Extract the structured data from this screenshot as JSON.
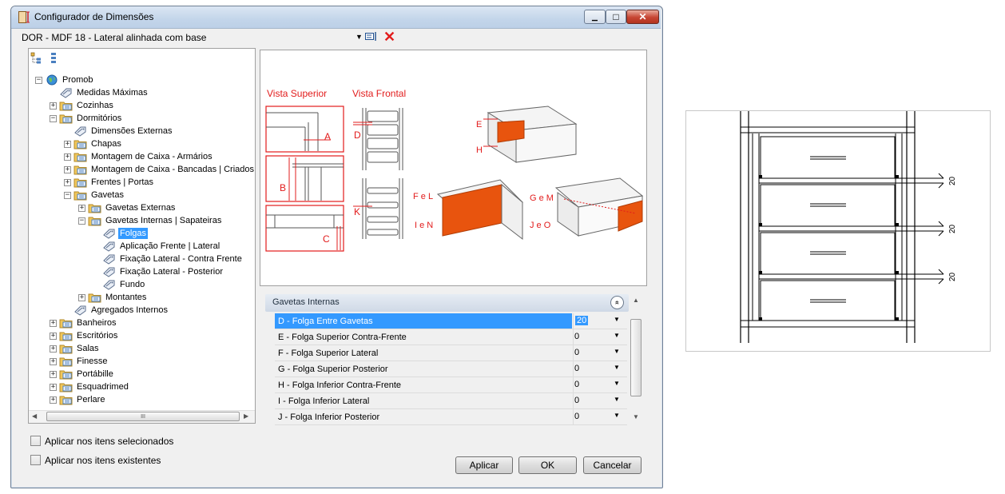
{
  "window": {
    "title": "Configurador de Dimensões",
    "minimize_glyph": "▁",
    "maximize_glyph": "□",
    "close_glyph": "✕"
  },
  "profile": {
    "selected": "DOR - MDF 18 - Lateral alinhada com base",
    "dropdown_glyph": "▼",
    "delete_glyph": "✕"
  },
  "tree": {
    "items": [
      {
        "label": "Promob",
        "expander": "−",
        "icon": "globe-icon"
      },
      {
        "label": "Medidas Máximas",
        "expander": "",
        "icon": "tag-icon"
      },
      {
        "label": "Cozinhas",
        "expander": "+",
        "icon": "folder-icon"
      },
      {
        "label": "Dormitórios",
        "expander": "−",
        "icon": "folder-icon"
      },
      {
        "label": "Dimensões Externas",
        "expander": "",
        "icon": "tag-icon"
      },
      {
        "label": "Chapas",
        "expander": "+",
        "icon": "folder-icon"
      },
      {
        "label": "Montagem de Caixa - Armários",
        "expander": "+",
        "icon": "folder-icon"
      },
      {
        "label": "Montagem de Caixa - Bancadas | Criados",
        "expander": "+",
        "icon": "folder-icon"
      },
      {
        "label": "Frentes | Portas",
        "expander": "+",
        "icon": "folder-icon"
      },
      {
        "label": "Gavetas",
        "expander": "−",
        "icon": "folder-icon"
      },
      {
        "label": "Gavetas Externas",
        "expander": "+",
        "icon": "folder-icon"
      },
      {
        "label": "Gavetas Internas | Sapateiras",
        "expander": "−",
        "icon": "folder-icon"
      },
      {
        "label": "Folgas",
        "expander": "",
        "icon": "tag-icon",
        "selected": true
      },
      {
        "label": "Aplicação Frente | Lateral",
        "expander": "",
        "icon": "tag-icon"
      },
      {
        "label": "Fixação Lateral - Contra Frente",
        "expander": "",
        "icon": "tag-icon"
      },
      {
        "label": "Fixação Lateral - Posterior",
        "expander": "",
        "icon": "tag-icon"
      },
      {
        "label": "Fundo",
        "expander": "",
        "icon": "tag-icon"
      },
      {
        "label": "Montantes",
        "expander": "+",
        "icon": "folder-icon"
      },
      {
        "label": "Agregados Internos",
        "expander": "",
        "icon": "tag-icon"
      },
      {
        "label": "Banheiros",
        "expander": "+",
        "icon": "folder-icon"
      },
      {
        "label": "Escritórios",
        "expander": "+",
        "icon": "folder-icon"
      },
      {
        "label": "Salas",
        "expander": "+",
        "icon": "folder-icon"
      },
      {
        "label": "Finesse",
        "expander": "+",
        "icon": "folder-icon"
      },
      {
        "label": "Portábille",
        "expander": "+",
        "icon": "folder-icon"
      },
      {
        "label": "Esquadrimed",
        "expander": "+",
        "icon": "folder-icon"
      },
      {
        "label": "Perlare",
        "expander": "+",
        "icon": "folder-icon"
      }
    ],
    "scroll_left": "◀",
    "scroll_right": "▶",
    "scroll_grip": "III"
  },
  "preview": {
    "vista_superior": "Vista Superior",
    "vista_frontal": "Vista Frontal",
    "labels": {
      "A": "A",
      "B": "B",
      "C": "C",
      "D": "D",
      "E": "E",
      "H": "H",
      "K": "K",
      "FeL": "F e L",
      "IeN": "I e N",
      "GeM": "G e M",
      "JeO": "J e O"
    }
  },
  "property_grid": {
    "category": "Gavetas Internas",
    "collapse_glyph": "«",
    "rows": [
      {
        "name": "D - Folga Entre Gavetas",
        "value": "20",
        "selected": true
      },
      {
        "name": "E - Folga Superior Contra-Frente",
        "value": "0"
      },
      {
        "name": "F - Folga Superior Lateral",
        "value": "0"
      },
      {
        "name": "G - Folga Superior Posterior",
        "value": "0"
      },
      {
        "name": "H - Folga Inferior Contra-Frente",
        "value": "0"
      },
      {
        "name": "I - Folga Inferior Lateral",
        "value": "0"
      },
      {
        "name": "J - Folga Inferior Posterior",
        "value": "0"
      }
    ],
    "dropdown_glyph": "▼",
    "scroll_up": "▲",
    "scroll_down": "▼"
  },
  "options": {
    "apply_selected": "Aplicar nos itens selecionados",
    "apply_existing": "Aplicar nos itens existentes"
  },
  "buttons": {
    "apply": "Aplicar",
    "ok": "OK",
    "cancel": "Cancelar"
  },
  "drawing": {
    "dimensions": [
      "20",
      "20",
      "20"
    ]
  },
  "colors": {
    "accent_red": "#e21c1c",
    "selection_blue": "#3399ff",
    "drawer_orange": "#e8540e"
  }
}
